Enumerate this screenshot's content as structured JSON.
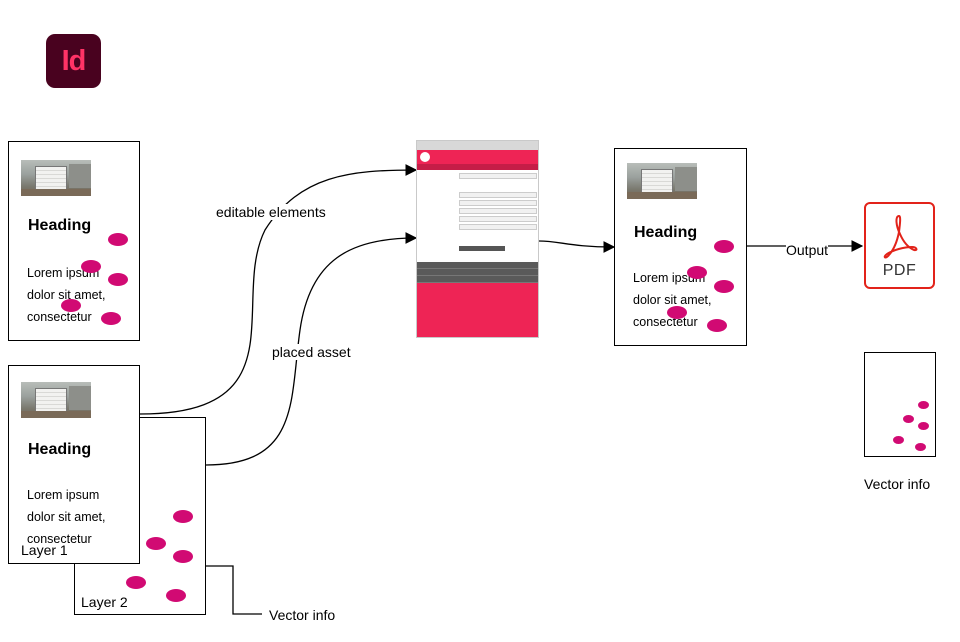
{
  "app_icon": {
    "text": "Id",
    "bg_color": "#49021f",
    "fg_color": "#ff3366"
  },
  "source_page": {
    "heading": "Heading",
    "body": "Lorem ipsum\ndolor sit amet,\nconsectetur"
  },
  "layer1_page": {
    "heading": "Heading",
    "body": "Lorem ipsum\ndolor sit amet,\nconsectetur",
    "label": "Layer 1"
  },
  "layer2_page": {
    "label": "Layer 2"
  },
  "edges": {
    "editable": "editable elements",
    "placed": "placed asset",
    "output": "Output",
    "vector_info_bottom": "Vector info"
  },
  "output_page": {
    "heading": "Heading",
    "body": "Lorem ipsum\ndolor sit amet,\nconsectetur"
  },
  "pdf_icon": {
    "text": "PDF",
    "color": "#e2231a"
  },
  "vector_page": {
    "caption": "Vector info"
  },
  "accent_dot_color": "#d10a73"
}
